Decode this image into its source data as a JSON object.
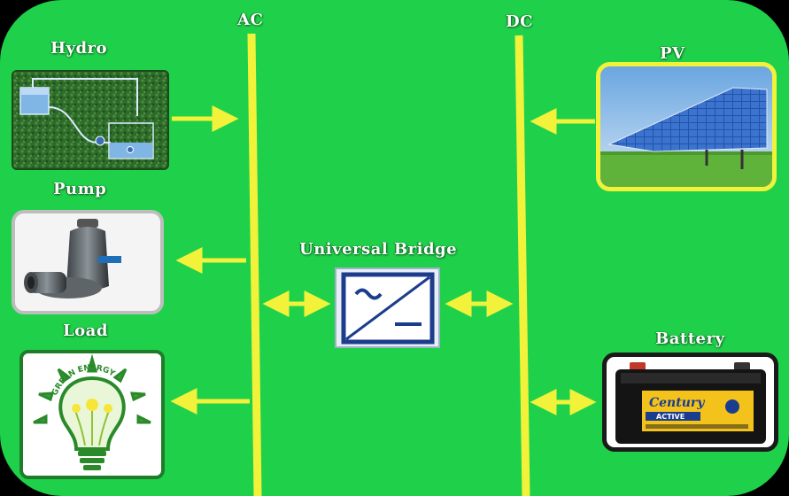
{
  "colors": {
    "background": "#1fd14a",
    "bus": "#f2f23a",
    "text": "#ffffff"
  },
  "buses": {
    "ac_label": "AC",
    "dc_label": "DC"
  },
  "components": {
    "hydro": "Hydro",
    "pump": "Pump",
    "load": "Load",
    "pv": "PV",
    "battery": "Battery",
    "bridge": "Universal Bridge"
  },
  "load_image_text": "GREEN ENERGY",
  "battery_brand": "Century",
  "battery_model": "ACTIVE"
}
